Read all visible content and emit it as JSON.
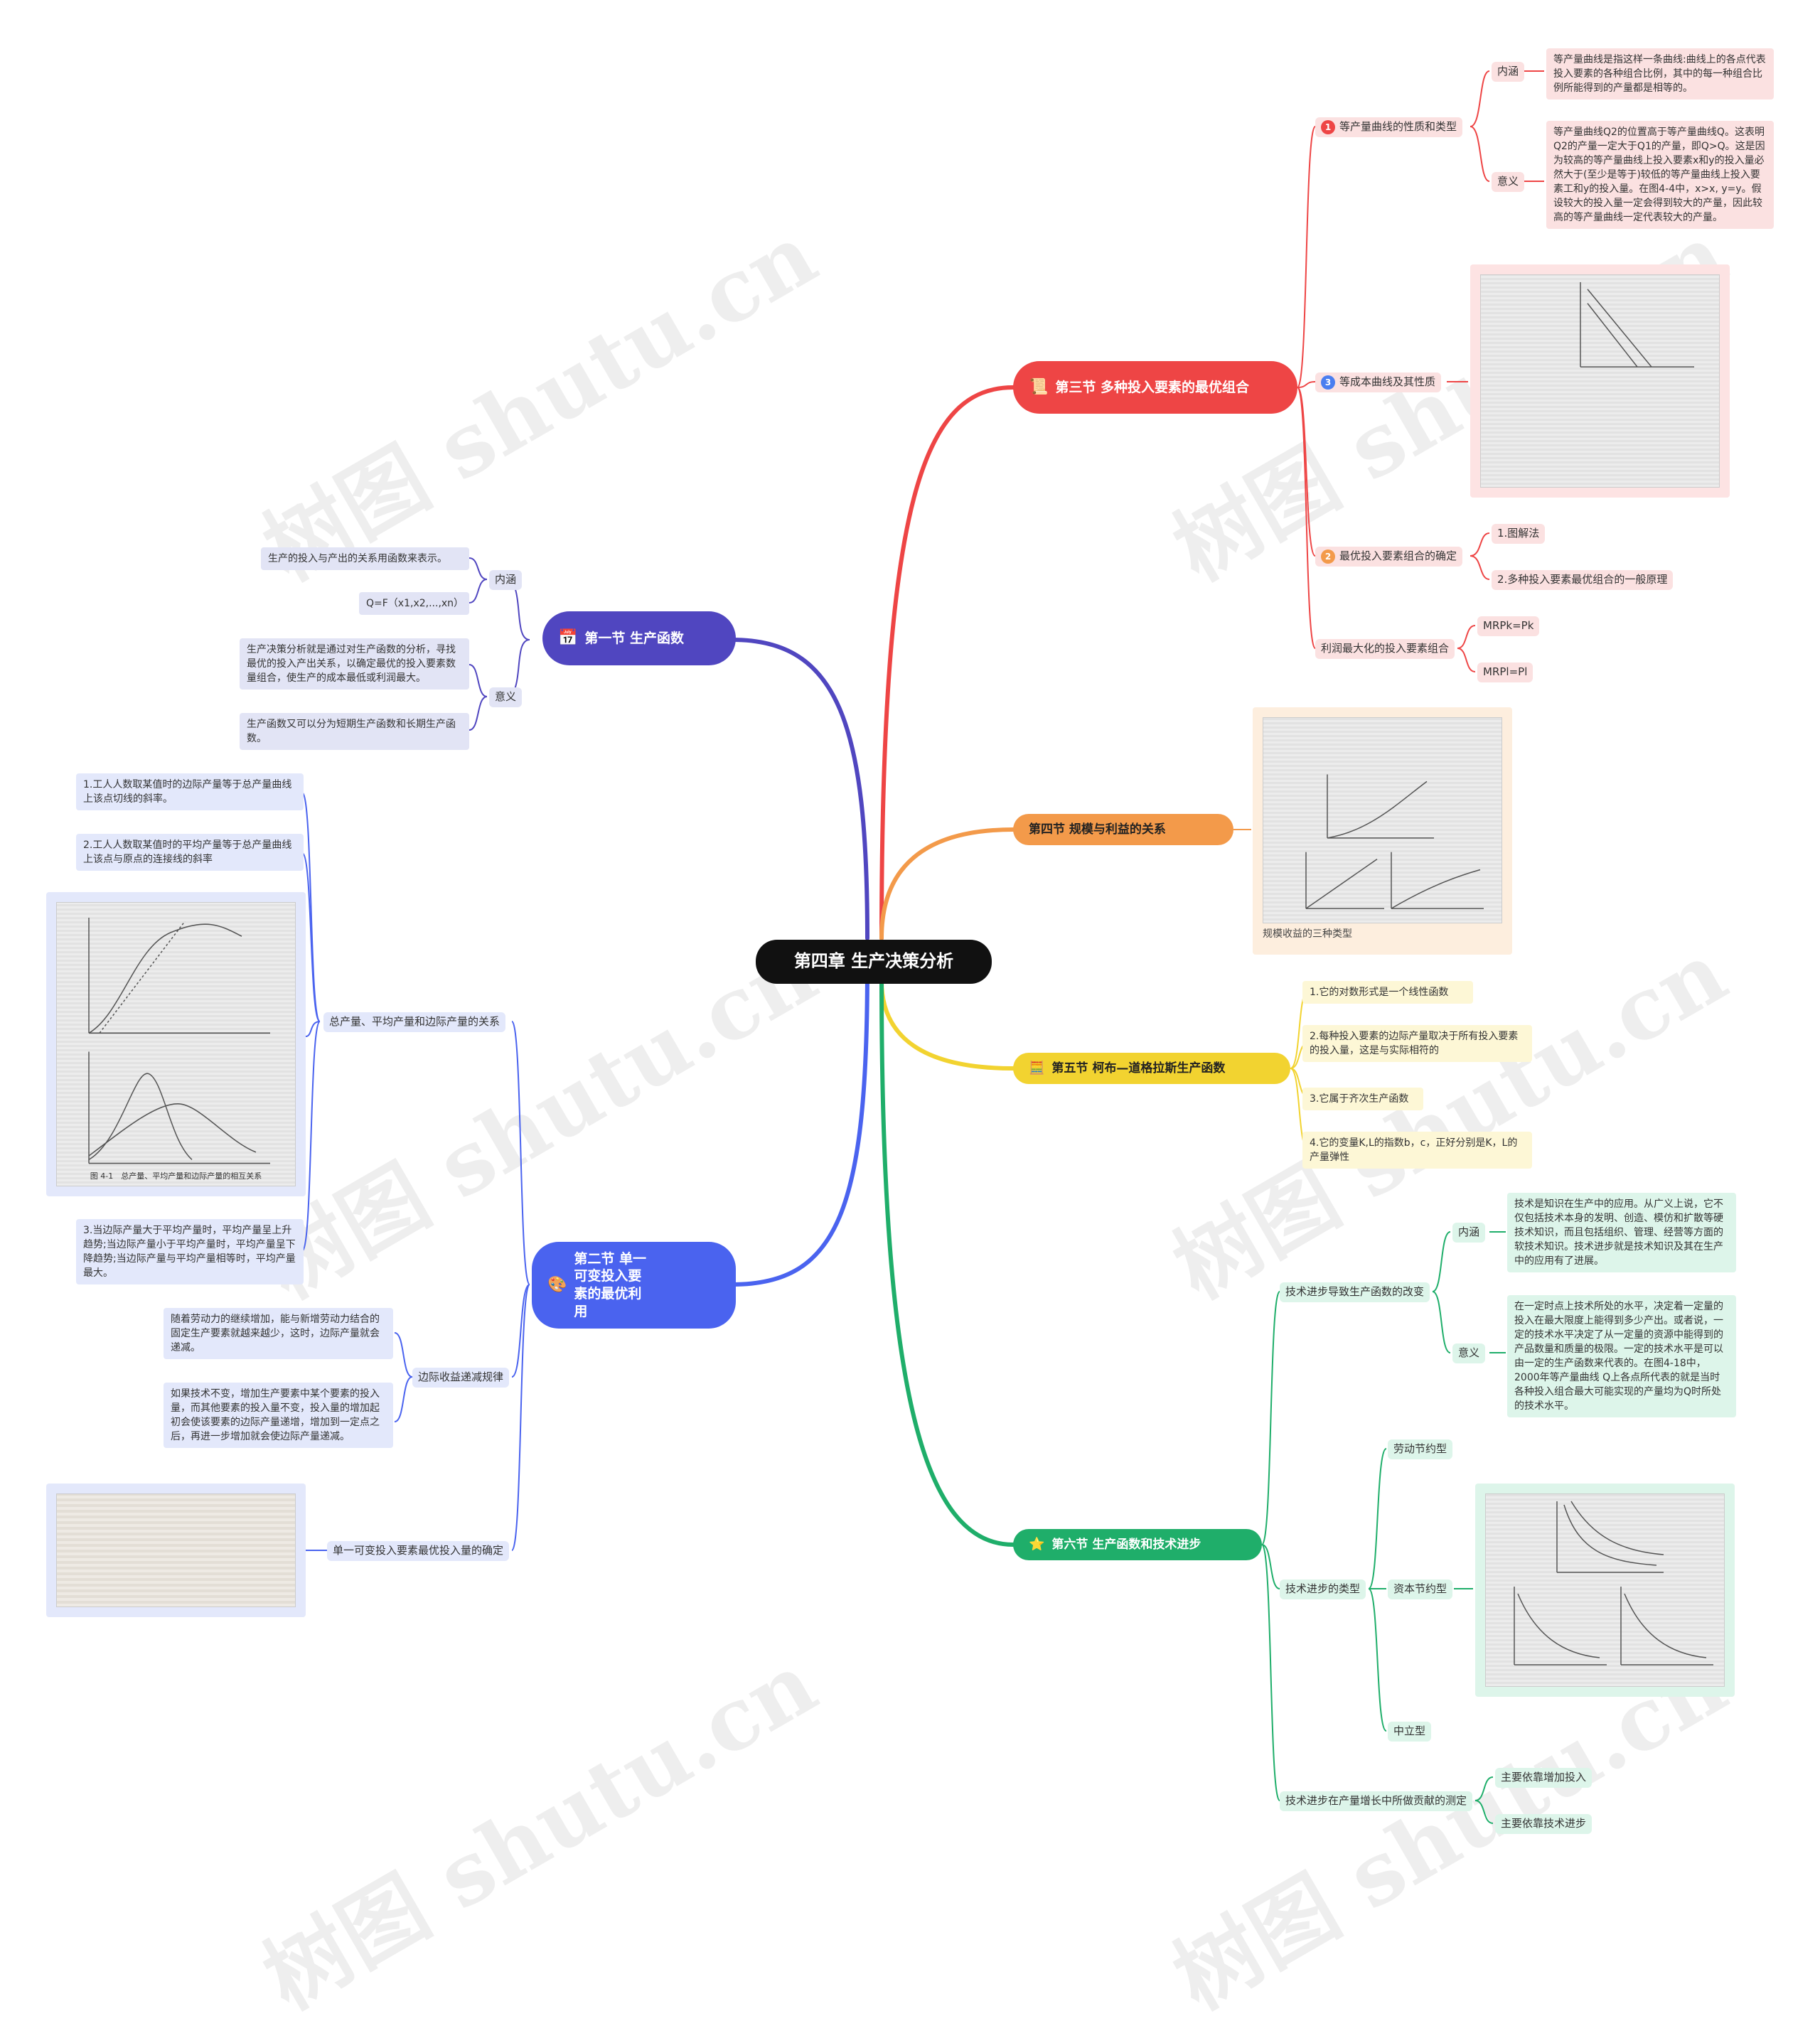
{
  "root": "第四章 生产决策分析",
  "watermark": "树图 shutu.cn",
  "colors": {
    "sec1": "#5046c0",
    "sec2": "#4a63ef",
    "sec3": "#ee4545",
    "sec4": "#f39a4a",
    "sec5": "#f2d330",
    "sec6": "#1fae6a"
  },
  "sec1": {
    "title": "第一节 生产函数",
    "icon": "calendar-icon",
    "neihan": "内涵",
    "yiyi": "意义",
    "n1": "生产的投入与产出的关系用函数来表示。",
    "n2": "Q=F（x1,x2,...,xn）",
    "y1": "生产决策分析就是通过对生产函数的分析，寻找最优的投入产出关系，以确定最优的投入要素数量组合，使生产的成本最低或利润最大。",
    "y2": "生产函数又可以分为短期生产函数和长期生产函数。"
  },
  "sec2": {
    "title": "第二节 单一可变投入要素的最优利用",
    "icon": "palette-icon",
    "rel": "总产量、平均产量和边际产量的关系",
    "r1": "1.工人人数取某值时的边际产量等于总产量曲线上该点切线的斜率。",
    "r2": "2.工人人数取某值时的平均产量等于总产量曲线上该点与原点的连接线的斜率",
    "r3": "3.当边际产量大于平均产量时，平均产量呈上升趋势;当边际产量小于平均产量时，平均产量呈下降趋势;当边际产量与平均产量相等时，平均产量最大。",
    "fig1_cap": "图 4-1　总产量、平均产量和边际产量的相互关系",
    "law": "边际收益递减规律",
    "l1": "随着劳动力的继续增加，能与新增劳动力结合的固定生产要素就越来越少，这时，边际产量就会递减。",
    "l2": "如果技术不变，增加生产要素中某个要素的投入量，而其他要素的投入量不变，投入量的增加起初会使该要素的边际产量递增，增加到一定点之后，再进一步增加就会使边际产量递减。",
    "opt": "单一可变投入要素最优投入量的确定"
  },
  "sec3": {
    "title": "第三节 多种投入要素的最优组合",
    "icon": "scroll-icon",
    "a": "等产量曲线的性质和类型",
    "a_badge": "1",
    "a_neihan": "内涵",
    "a_yiyi": "意义",
    "a_n": "等产量曲线是指这样一条曲线:曲线上的各点代表投入要素的各种组合比例，其中的每一种组合比例所能得到的产量都是相等的。",
    "a_y": "等产量曲线Q2的位置高于等产量曲线Q。这表明Q2的产量一定大于Q1的产量，即Q>Q。这是因为较高的等产量曲线上投入要素x和y的投入量必然大于(至少是等于)较低的等产量曲线上投入要素工和y的投入量。在图4-4中，x>x, y=y。假设较大的投入量一定会得到较大的产量，因此较高的等产量曲线一定代表较大的产量。",
    "b": "等成本曲线及其性质",
    "b_badge": "3",
    "c": "最优投入要素组合的确定",
    "c_badge": "2",
    "c1": "1.图解法",
    "c2": "2.多种投入要素最优组合的一般原理",
    "d": "利润最大化的投入要素组合",
    "d1": "MRPk=Pk",
    "d2": "MRPl=Pl"
  },
  "sec4": {
    "title": "第四节 规模与利益的关系",
    "caption": "规模收益的三种类型"
  },
  "sec5": {
    "title": "第五节 柯布—道格拉斯生产函数",
    "icon": "calculator-icon",
    "p1": "1.它的对数形式是一个线性函数",
    "p2": "2.每种投入要素的边际产量取决于所有投入要素的投入量，这是与实际相符的",
    "p3": "3.它属于齐次生产函数",
    "p4": "4.它的变量K,L的指数b，c，正好分别是K，L的产量弹性"
  },
  "sec6": {
    "title": "第六节 生产函数和技术进步",
    "icon": "star-icon",
    "t1": "技术进步导致生产函数的改变",
    "neihan": "内涵",
    "yiyi": "意义",
    "n": "技术是知识在生产中的应用。从广义上说，它不仅包括技术本身的发明、创造、模仿和扩散等硬技术知识，而且包括组织、管理、经营等方面的软技术知识。技术进步就是技术知识及其在生产中的应用有了进展。",
    "y": "在一定时点上技术所处的水平，决定着一定量的投入在最大限度上能得到多少产出。或者说，一定的技术水平决定了从一定量的资源中能得到的产品数量和质量的极限。一定的技术水平是可以由一定的生产函数来代表的。在图4-18中，2000年等产量曲线 Q上各点所代表的就是当时各种投入组合最大可能实现的产量均为Q时所处的技术水平。",
    "t2": "技术进步的类型",
    "k1": "劳动节约型",
    "k2": "资本节约型",
    "k3": "中立型",
    "t3": "技术进步在产量增长中所做贡献的测定",
    "m1": "主要依靠增加投入",
    "m2": "主要依靠技术进步"
  }
}
